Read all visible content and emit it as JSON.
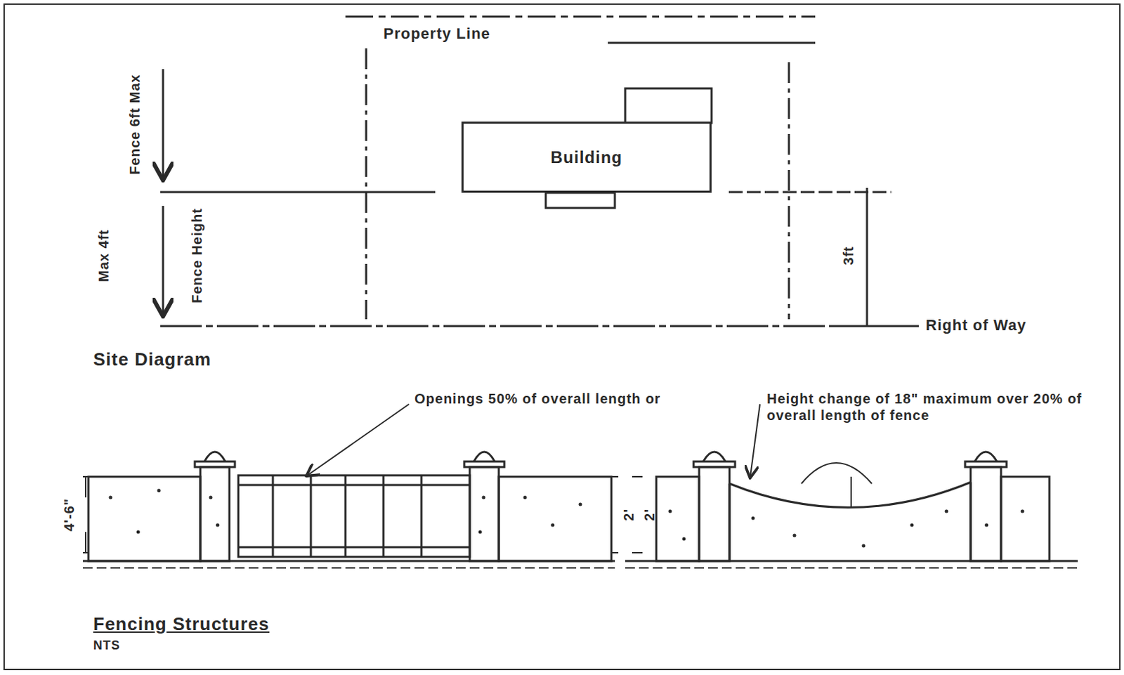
{
  "diagram": {
    "nodes": [
      {
        "text": [
          "Building"
        ]
      }
    ],
    "labels": [
      "Property Line",
      "Fence 6ft Max",
      "Max 4ft",
      "Fence Height",
      "3ft",
      "Right of Way",
      "Site Diagram",
      "Openings 50% of overall length or",
      "Height change of 18\" maximum over 20% of overall length of fence",
      "4'-6\"",
      "2'",
      "2'",
      "Fencing Structures",
      "NTS"
    ]
  }
}
